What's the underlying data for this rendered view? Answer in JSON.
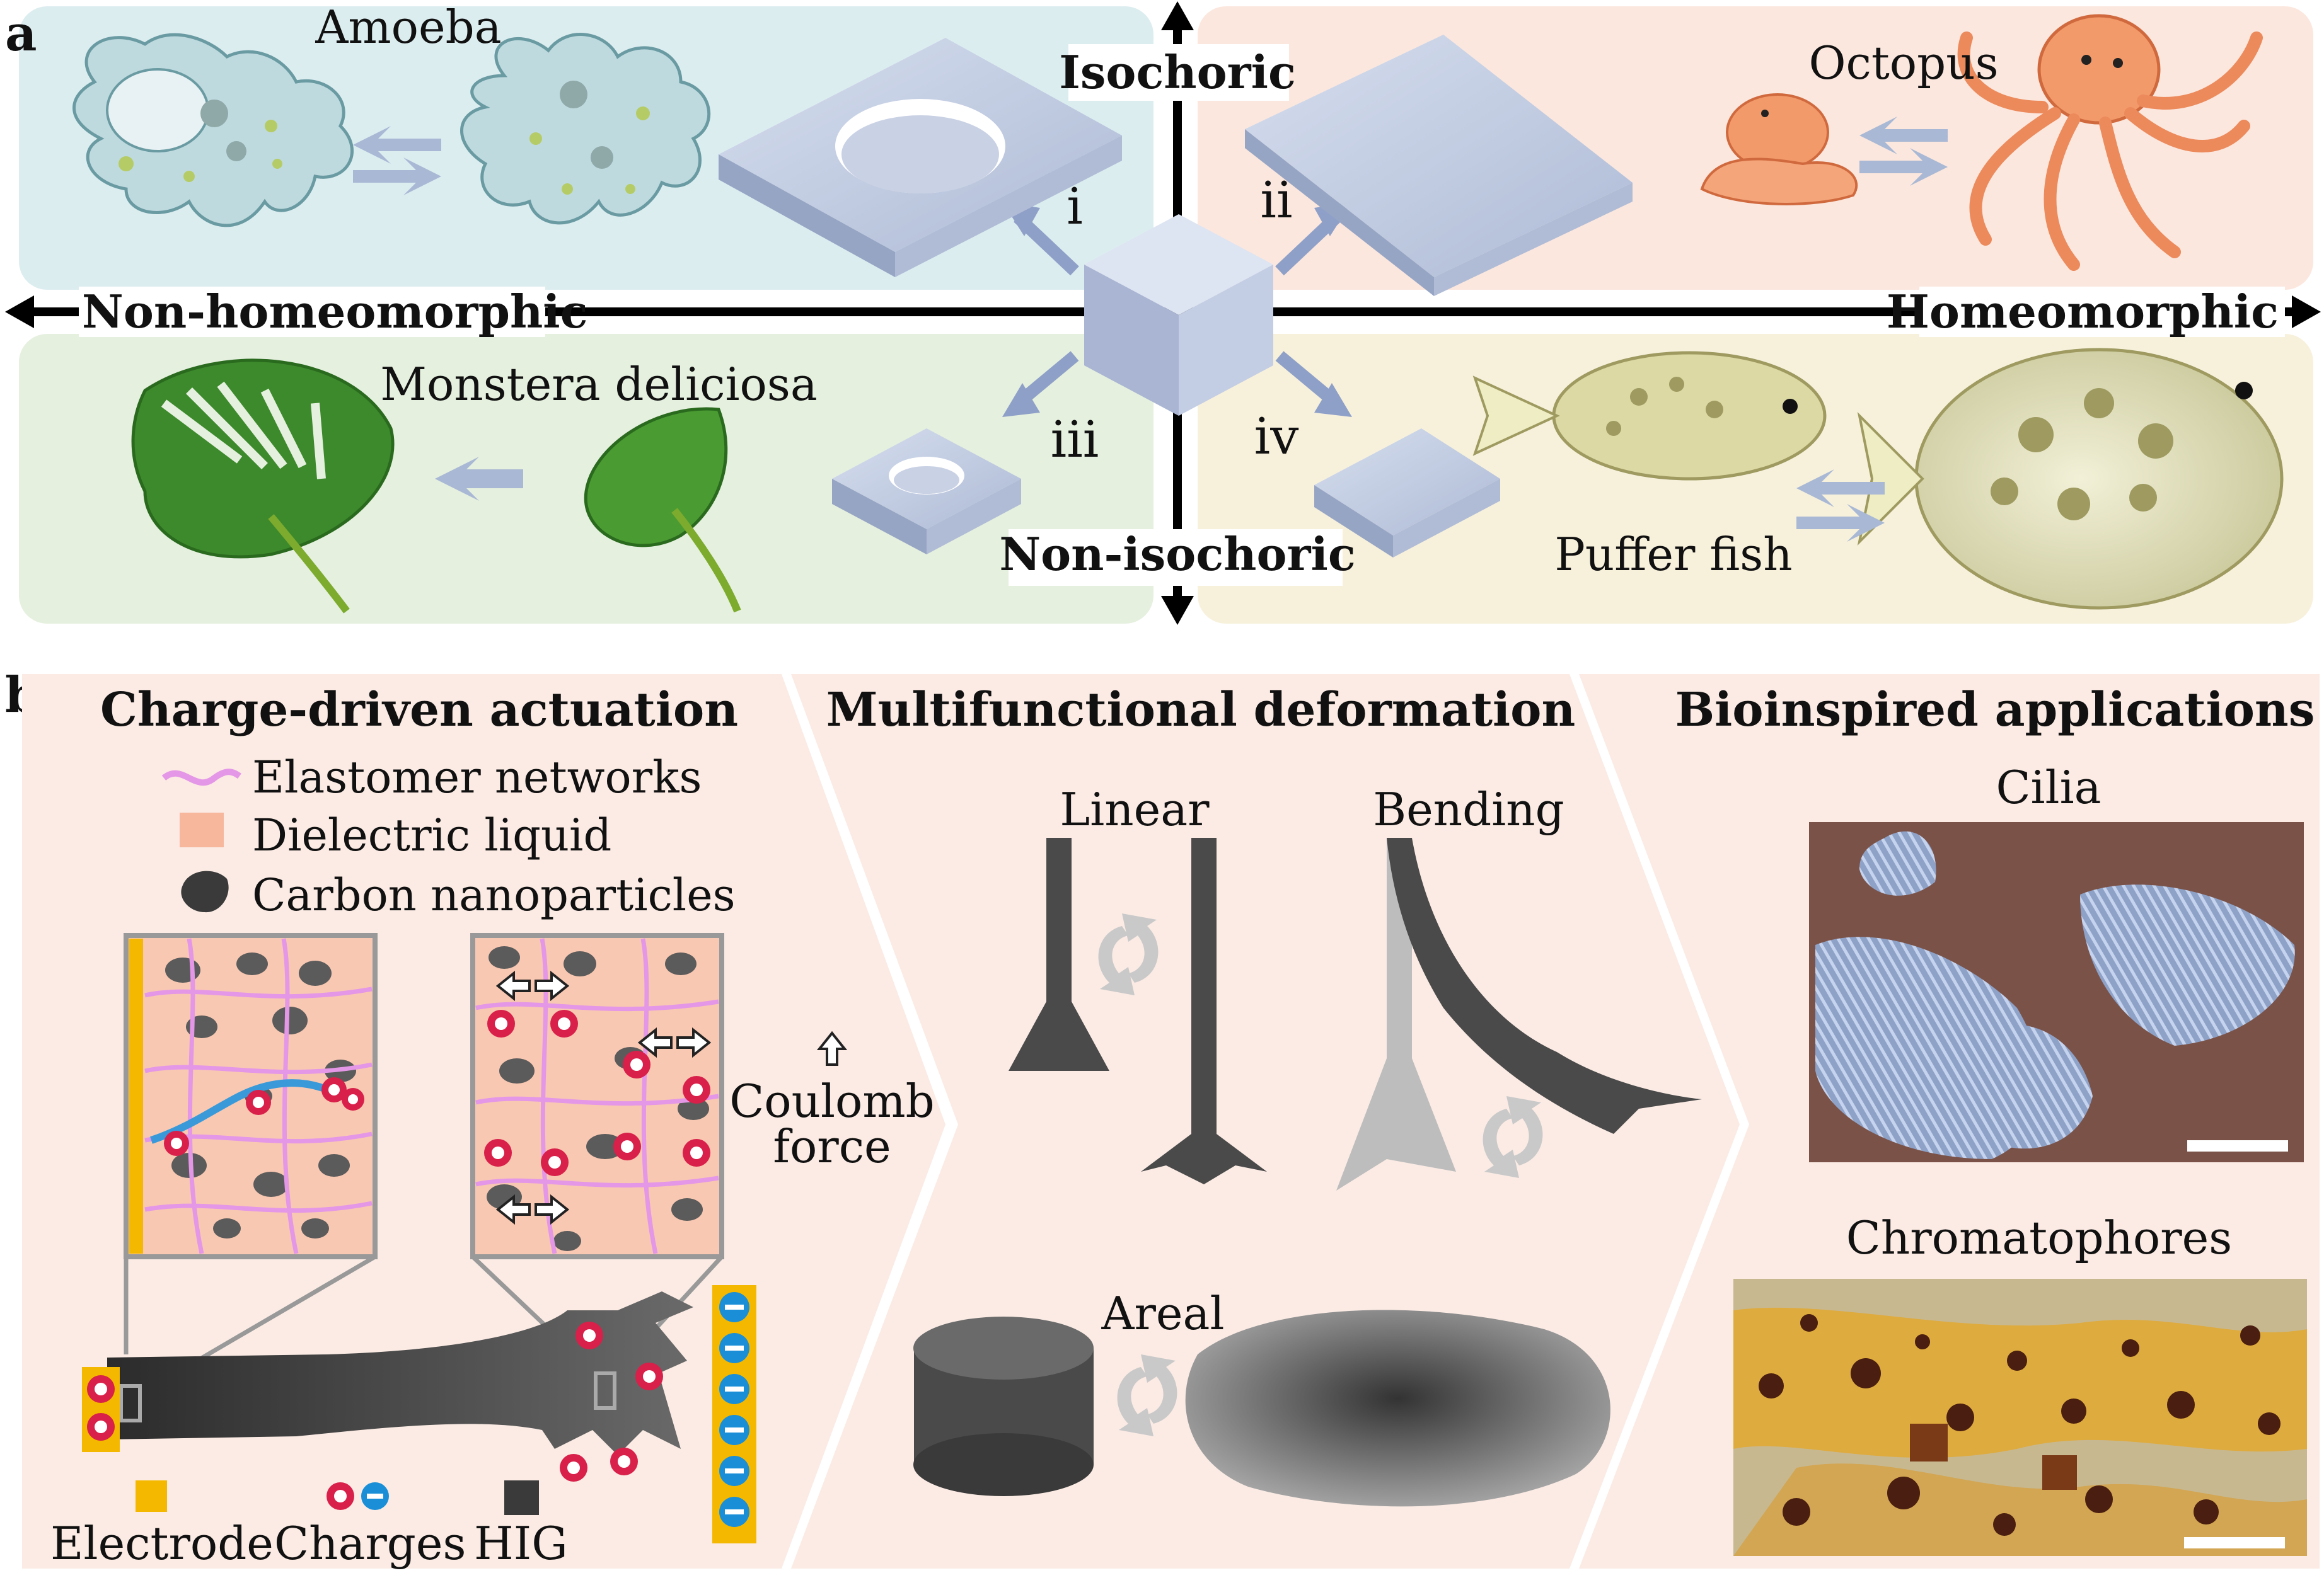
{
  "panel_a": {
    "letter": "a",
    "axes": {
      "top": "Isochoric",
      "bottom": "Non-isochoric",
      "left": "Non-homeomorphic",
      "right": "Homeomorphic"
    },
    "organisms": {
      "amoeba": "Amoeba",
      "octopus": "Octopus",
      "monstera": "Monstera deliciosa",
      "puffer": "Puffer fish"
    },
    "roman": [
      "i",
      "ii",
      "iii",
      "iv"
    ]
  },
  "panel_b": {
    "letter": "b",
    "sections": {
      "charge": {
        "title": "Charge-driven actuation",
        "legend": [
          "Elastomer networks",
          "Dielectric liquid",
          "Carbon nanoparticles"
        ],
        "force_line1": "Coulomb",
        "force_line2": "force",
        "bottom_legend": [
          "Electrode",
          "Charges",
          "HIG"
        ]
      },
      "deformation": {
        "title": "Multifunctional deformation",
        "labels": [
          "Linear",
          "Bending",
          "Areal"
        ]
      },
      "applications": {
        "title": "Bioinspired applications",
        "labels": [
          "Cilia",
          "Chromatophores"
        ]
      }
    }
  },
  "colors": {
    "amoeba_bg": "#dcedf0",
    "octopus_bg": "#fbe7de",
    "monstera_bg": "#e5f0df",
    "puffer_bg": "#f7f1dc",
    "panel_b_bg": "#fbebe4",
    "block": "#b8c4dc",
    "electrode": "#f5b800",
    "positive": "#d8204a",
    "negative": "#1a8fd8"
  }
}
